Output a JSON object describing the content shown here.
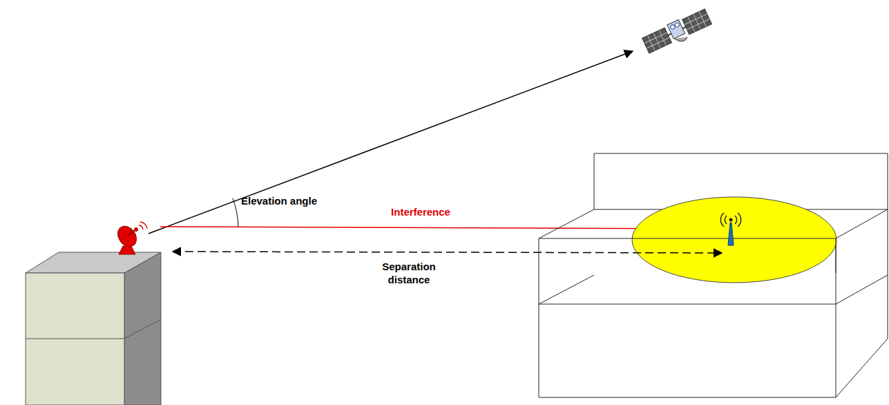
{
  "diagram": {
    "labels": [
      "Elevation angle",
      "Interference",
      "Separation distance"
    ]
  }
}
